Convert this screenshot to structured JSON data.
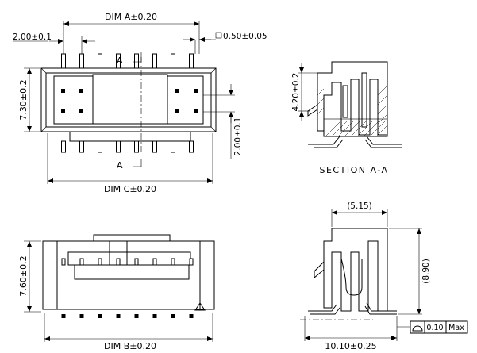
{
  "dimensions": {
    "dim_a": "DIM A±0.20",
    "pitch": "2.00±0.1",
    "pin_width": "0.50±0.05",
    "height_730": "7.30±0.2",
    "pitch_vertical": "2.00±0.1",
    "dim_c": "DIM C±0.20",
    "section_height": "4.20±0.2",
    "section_label": "SECTION A-A",
    "ref_515": "(5.15)",
    "ref_890": "(8.90)",
    "height_760": "7.60±0.2",
    "dim_b": "DIM B±0.20",
    "width_1010": "10.10±0.25",
    "flatness": "0.10",
    "flatness_max": "Max",
    "section_mark": "A"
  }
}
